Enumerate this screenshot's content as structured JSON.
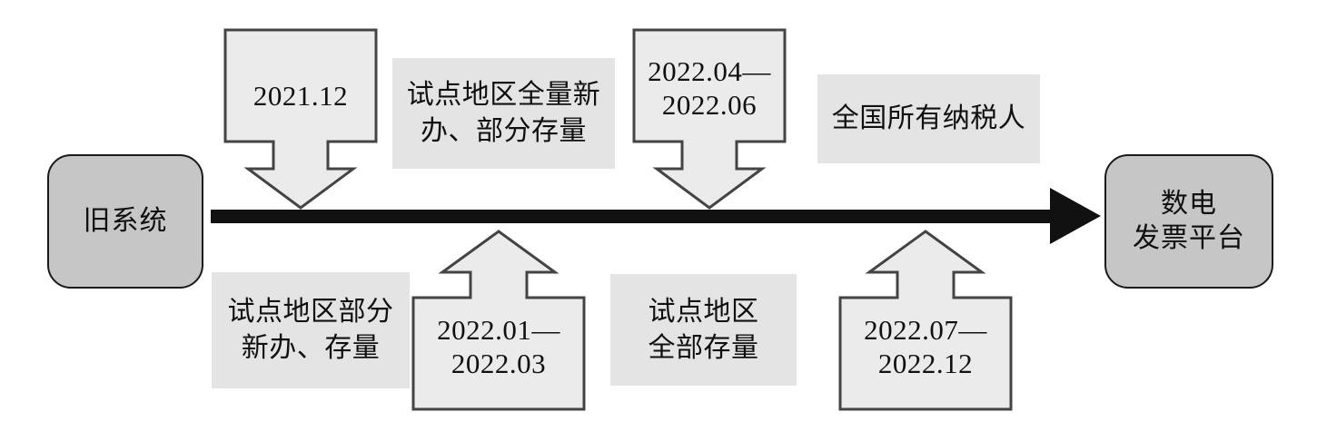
{
  "diagram": {
    "type": "timeline-migration",
    "title_text": "",
    "colors": {
      "terminal_fill": "#c6c6c6",
      "terminal_border": "#1a1a1a",
      "callout_fill": "#ebebeb",
      "callout_border": "#444444",
      "caption_fill": "#e4e4e4",
      "timeline": "#111111",
      "text": "#101010",
      "background": "#ffffff"
    }
  },
  "terminals": {
    "start": {
      "name": "old-system",
      "lines": [
        "旧系统"
      ]
    },
    "end": {
      "name": "digital-invoice-platform",
      "lines": [
        "数电",
        "发票平台"
      ]
    }
  },
  "timeline": {
    "direction": "left-to-right",
    "arrowhead": "solid-triangle-right"
  },
  "callouts": [
    {
      "id": "cal-2021",
      "name": "callout-2021-12",
      "direction": "down",
      "lines": [
        "2021.12"
      ]
    },
    {
      "id": "cal-202204",
      "name": "callout-2022-04-to-2022-06",
      "direction": "down",
      "lines": [
        "2022.04—",
        "2022.06"
      ]
    },
    {
      "id": "cal-202201",
      "name": "callout-2022-01-to-2022-03",
      "direction": "up",
      "lines": [
        "2022.01—",
        "2022.03"
      ]
    },
    {
      "id": "cal-202207",
      "name": "callout-2022-07-to-2022-12",
      "direction": "up",
      "lines": [
        "2022.07—",
        "2022.12"
      ]
    }
  ],
  "captions": [
    {
      "id": "cap-pilot-full",
      "name": "caption-pilot-full-new-partial-stock",
      "position": "above-axis",
      "lines": [
        "试点地区全量新",
        "办、部分存量"
      ]
    },
    {
      "id": "cap-all-payers",
      "name": "caption-all-national-taxpayers",
      "position": "above-axis",
      "lines": [
        "全国所有纳税人"
      ]
    },
    {
      "id": "cap-pilot-part",
      "name": "caption-pilot-partial-new-and-stock",
      "position": "below-axis",
      "lines": [
        "试点地区部分",
        "新办、存量"
      ]
    },
    {
      "id": "cap-pilot-stock",
      "name": "caption-pilot-all-stock",
      "position": "below-axis",
      "lines": [
        "试点地区",
        "全部存量"
      ]
    }
  ]
}
